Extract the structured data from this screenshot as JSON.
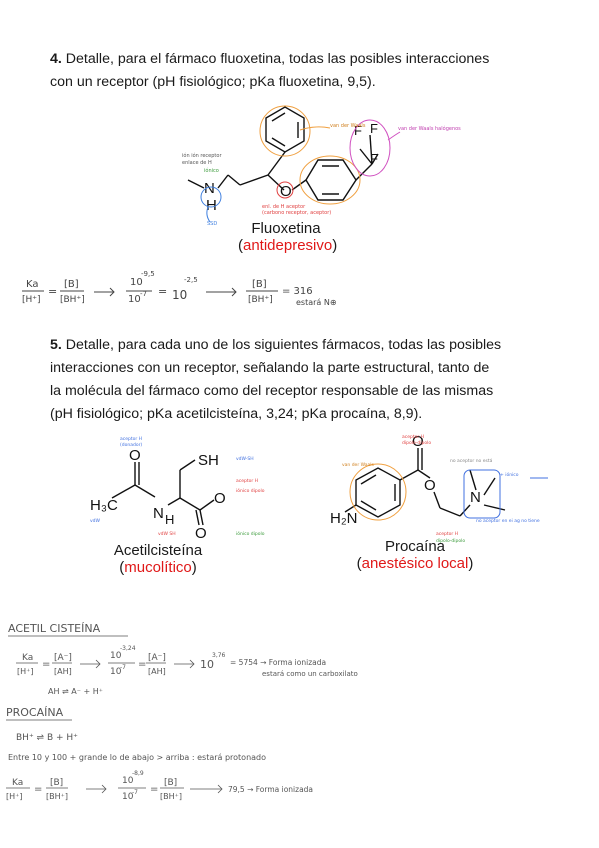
{
  "q4": {
    "number": "4.",
    "line1": "Detalle, para el fármaco fluoxetina, todas las posibles interacciones",
    "line2": "con un receptor (pH fisiológico; pKa fluoxetina, 9,5)."
  },
  "fluoxetina": {
    "name": "Fluoxetina",
    "class_open": "(",
    "class": "antidepresivo",
    "class_close": ")",
    "atom_n": "N",
    "atom_h": "H",
    "atom_o": "O",
    "atom_f1": "F",
    "atom_f2": "F",
    "atom_f3": "F",
    "note_hbond": "enlace de H",
    "note_ionic": "iónico",
    "note_vdw": "van der Waals",
    "note_ssd": "SSD",
    "note_halogen": "van der Waals halógenos"
  },
  "calc1": {
    "ka": "Ka",
    "h": "[H⁺]",
    "b": "[B]",
    "bh": "[BH⁺]",
    "num1": "10",
    "exp1": "-9,5",
    "den1": "10",
    "exp_den1": "-7",
    "res_base": "10",
    "res_exp": "-2,5",
    "b2": "[B]",
    "bh2": "[BH⁺]",
    "value": "= 316",
    "note": "estará N⊕"
  },
  "q5": {
    "number": "5.",
    "line1": "Detalle, para cada uno de los siguientes fármacos, todas las posibles",
    "line2": "interacciones con un receptor, señalando la parte estructural, tanto de",
    "line3": "la molécula del fármaco como del receptor responsable de las mismas",
    "line4": "(pH fisiológico; pKa acetilcisteína, 3,24; pKa procaína, 8,9)."
  },
  "acetil": {
    "name": "Acetilcisteína",
    "class_open": "(",
    "class": "mucolítico",
    "class_close": ")",
    "sh": "SH",
    "o1": "O",
    "h3c": "H₃C",
    "nh": "N",
    "h": "H",
    "o2": "O",
    "o3": "O"
  },
  "procaina": {
    "name": "Procaína",
    "class_open": "(",
    "class": "anestésico local",
    "class_close": ")",
    "h2n": "H₂N",
    "o1": "O",
    "o2": "O",
    "n": "N"
  },
  "notes": {
    "acetil_title": "ACETIL CISTEÍNA",
    "ka": "Ka",
    "h": "[H⁺]",
    "am": "[A⁻]",
    "ah": "[AH]",
    "num": "10",
    "num_exp": "-3,24",
    "den": "10",
    "den_exp": "-7",
    "am2": "[A⁻]",
    "ah2": "[AH]",
    "res_base": "10",
    "res_exp": "3,76",
    "result": "= 5754 → Forma ionizada",
    "result2": "estará como un carboxilato",
    "eq": "AH ⇌ A⁻ + H⁺",
    "procaina_title": "PROCAÍNA",
    "bh_eq": "BH⁺ ⇌ B + H⁺",
    "statement": "Entre 10 y 100 + grande lo de abajo > arriba : estará protonado",
    "ka2": "Ka",
    "h2": "[H⁺]",
    "b": "[B]",
    "bh": "[BH⁺]",
    "num2": "10",
    "num2_exp": "-8,9",
    "den2": "10",
    "den2_exp": "-7",
    "b2": "[B]",
    "bh2": "[BH⁺]",
    "result3": "79,5 → Forma ionizada"
  }
}
